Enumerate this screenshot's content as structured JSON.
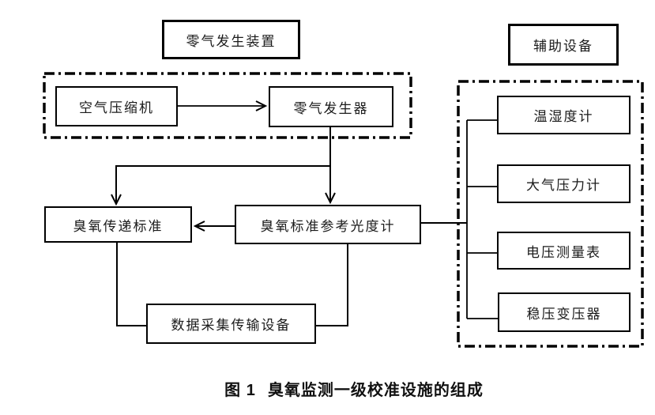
{
  "figure": {
    "caption_prefix": "图 1",
    "caption_text": "臭氧监测一级校准设施的组成"
  },
  "groups": {
    "zero_gas_title": "零气发生装置",
    "auxiliary_title": "辅助设备"
  },
  "nodes": {
    "air_compressor": "空气压缩机",
    "zero_gas_generator": "零气发生器",
    "ozone_transfer_standard": "臭氧传递标准",
    "ozone_reference_photometer": "臭氧标准参考光度计",
    "data_acquisition": "数据采集传输设备",
    "thermo_hygrometer": "温湿度计",
    "barometer": "大气压力计",
    "voltmeter": "电压测量表",
    "transformer": "稳压变压器"
  },
  "colors": {
    "line": "#000000",
    "text": "#1b1b1b",
    "background": "#ffffff"
  }
}
